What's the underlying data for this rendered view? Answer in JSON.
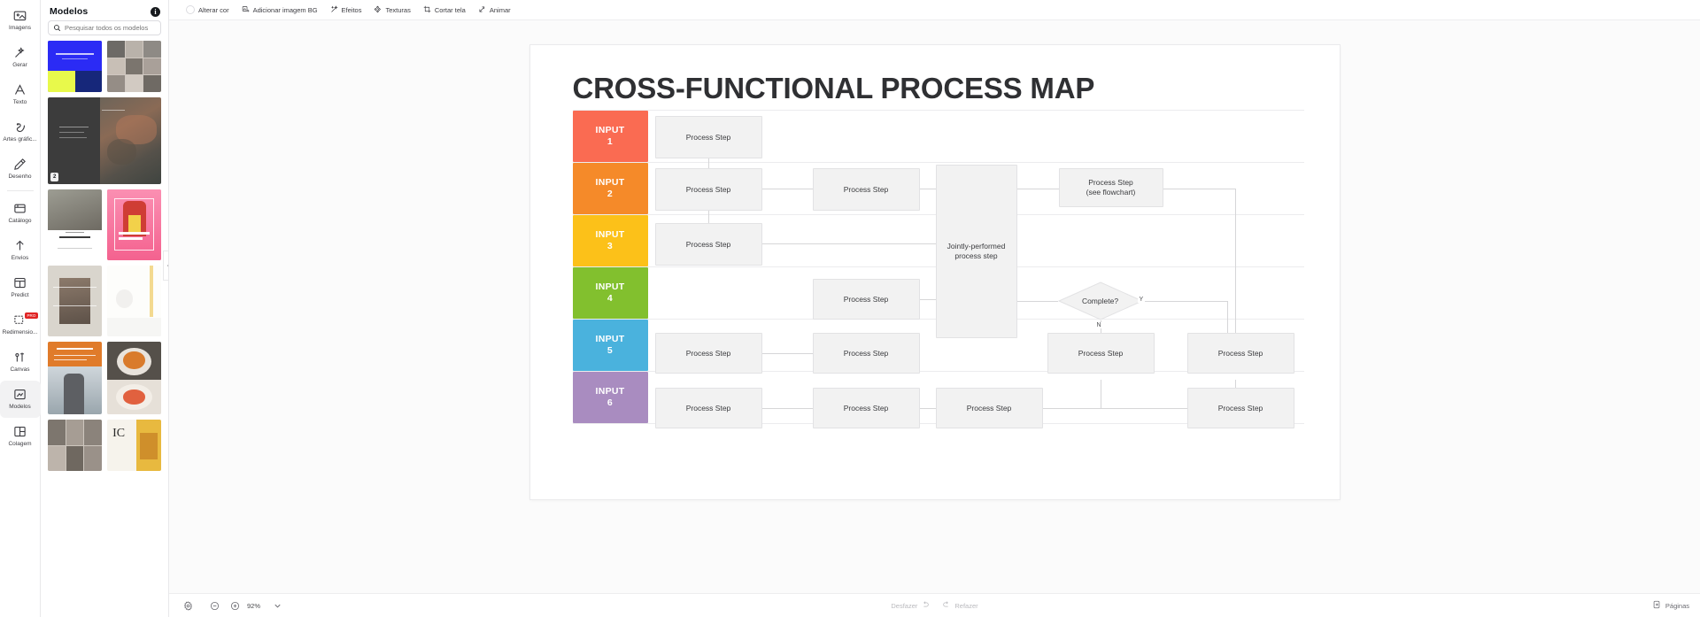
{
  "rail": {
    "items": [
      {
        "label": "Imagens",
        "icon": "image-icon",
        "badge": null,
        "active": false
      },
      {
        "label": "Gerar",
        "icon": "magic-wand-icon",
        "badge": null,
        "active": false
      },
      {
        "label": "Texto",
        "icon": "text-icon",
        "badge": null,
        "active": false
      },
      {
        "label": "Artes gráfic...",
        "icon": "graphics-icon",
        "badge": null,
        "active": false
      },
      {
        "label": "Desenho",
        "icon": "pen-icon",
        "badge": null,
        "active": false
      },
      {
        "label": "Catálogo",
        "icon": "catalog-icon",
        "badge": null,
        "active": false
      },
      {
        "label": "Envios",
        "icon": "upload-icon",
        "badge": null,
        "active": false
      },
      {
        "label": "Predict",
        "icon": "predict-icon",
        "badge": null,
        "active": false
      },
      {
        "label": "Redimensio...",
        "icon": "resize-icon",
        "badge": "PRO",
        "active": false
      },
      {
        "label": "Canvas",
        "icon": "canvas-icon",
        "badge": null,
        "active": false
      },
      {
        "label": "Modelos",
        "icon": "templates-icon",
        "badge": null,
        "active": true
      },
      {
        "label": "Colagem",
        "icon": "collage-icon",
        "badge": null,
        "active": false
      }
    ]
  },
  "panel": {
    "title": "Modelos",
    "info_icon": "info-icon",
    "search": {
      "icon": "search-icon",
      "placeholder": "Pesquisar todos os modelos",
      "value": ""
    },
    "collapse_icon": "chevron-left-icon",
    "thumbnails": [
      {
        "name": "template-blue-brand",
        "badge": null
      },
      {
        "name": "template-photo-grid",
        "badge": null
      },
      {
        "name": "template-dark-floral",
        "badge": "2"
      },
      {
        "name": "template-perfect-portrait",
        "badge": null
      },
      {
        "name": "template-feeling-fresh",
        "badge": null
      },
      {
        "name": "template-beige-editorial",
        "badge": null
      },
      {
        "name": "template-light-minimal",
        "badge": null
      },
      {
        "name": "template-orange-winter",
        "badge": null
      },
      {
        "name": "template-food-plate",
        "badge": null
      },
      {
        "name": "template-collage-grid",
        "badge": null
      },
      {
        "name": "template-yellow-ic",
        "badge": null
      }
    ]
  },
  "toolbar": {
    "buttons": [
      {
        "label": "Alterar cor",
        "icon": "color-swatch-icon"
      },
      {
        "label": "Adicionar imagem BG",
        "icon": "add-image-icon"
      },
      {
        "label": "Efeitos",
        "icon": "effects-icon"
      },
      {
        "label": "Texturas",
        "icon": "textures-icon"
      },
      {
        "label": "Cortar tela",
        "icon": "crop-icon"
      },
      {
        "label": "Animar",
        "icon": "animate-icon"
      }
    ]
  },
  "statusbar": {
    "settings_icon": "gear-icon",
    "zoom_out_icon": "zoom-out-icon",
    "zoom_in_icon": "zoom-in-icon",
    "zoom_value": "92%",
    "zoom_chevron_icon": "chevron-down-icon",
    "undo": {
      "label": "Desfazer",
      "icon": "undo-icon"
    },
    "redo": {
      "label": "Refazer",
      "icon": "redo-icon"
    },
    "pages": {
      "label": "Páginas",
      "icon": "pages-icon"
    }
  },
  "document": {
    "title": "CROSS-FUNCTIONAL PROCESS MAP",
    "lanes": [
      {
        "label_line1": "INPUT",
        "label_line2": "1",
        "color": "#fa6b52"
      },
      {
        "label_line1": "INPUT",
        "label_line2": "2",
        "color": "#f58a29"
      },
      {
        "label_line1": "INPUT",
        "label_line2": "3",
        "color": "#fcc119"
      },
      {
        "label_line1": "INPUT",
        "label_line2": "4",
        "color": "#82c02e"
      },
      {
        "label_line1": "INPUT",
        "label_line2": "5",
        "color": "#4ab2dd"
      },
      {
        "label_line1": "INPUT",
        "label_line2": "6",
        "color": "#a98cc0"
      }
    ],
    "nodes": [
      {
        "id": "n1",
        "text": "Process Step",
        "lane": 1
      },
      {
        "id": "n2",
        "text": "Process Step",
        "lane": 2
      },
      {
        "id": "n3",
        "text": "Process Step",
        "lane": 2
      },
      {
        "id": "n4",
        "text": "Process Step",
        "lane": 3
      },
      {
        "id": "n5",
        "text": "Process Step\n(see flowchart)",
        "lane": 2
      },
      {
        "id": "n6",
        "text": "Jointly-performed\nprocess step",
        "lane": 2
      },
      {
        "id": "n7",
        "text": "Process Step",
        "lane": 4
      },
      {
        "id": "n8",
        "text": "Process Step",
        "lane": 5
      },
      {
        "id": "n9",
        "text": "Process Step",
        "lane": 5
      },
      {
        "id": "n10",
        "text": "Process Step",
        "lane": 5
      },
      {
        "id": "n11",
        "text": "Process Step",
        "lane": 5
      },
      {
        "id": "n12",
        "text": "Process Step",
        "lane": 6
      },
      {
        "id": "n13",
        "text": "Process Step",
        "lane": 6
      },
      {
        "id": "n14",
        "text": "Process Step",
        "lane": 6
      },
      {
        "id": "n15",
        "text": "Process Step",
        "lane": 6
      }
    ],
    "decision": {
      "text": "Complete?",
      "yes_label": "Y",
      "no_label": "N"
    },
    "joint_step_line1": "Jointly-performed",
    "joint_step_line2": "process step",
    "flowchart_step_line1": "Process Step",
    "flowchart_step_line2": "(see flowchart)",
    "process_step_label": "Process Step"
  }
}
